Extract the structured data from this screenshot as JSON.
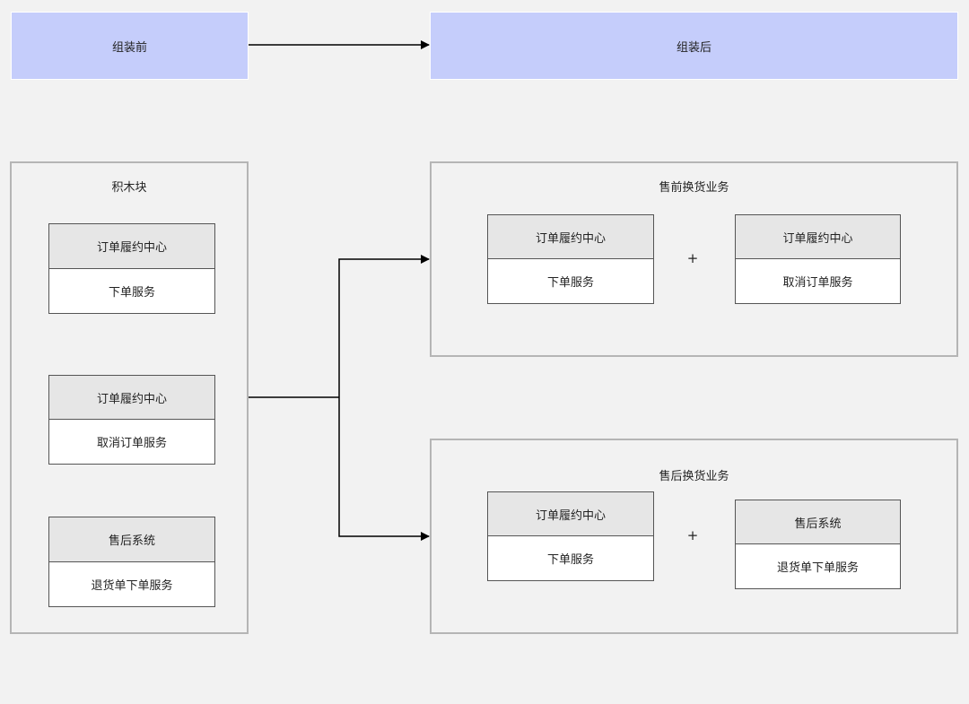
{
  "header": {
    "before_label": "组装前",
    "after_label": "组装后"
  },
  "blocks": {
    "title": "积木块",
    "cards": [
      {
        "head": "订单履约中心",
        "body": "下单服务"
      },
      {
        "head": "订单履约中心",
        "body": "取消订单服务"
      },
      {
        "head": "售后系统",
        "body": "退货单下单服务"
      }
    ]
  },
  "presale": {
    "title": "售前换货业务",
    "cards": [
      {
        "head": "订单履约中心",
        "body": "下单服务"
      },
      {
        "head": "订单履约中心",
        "body": "取消订单服务"
      }
    ],
    "plus": "+"
  },
  "aftersale": {
    "title": "售后换货业务",
    "cards": [
      {
        "head": "订单履约中心",
        "body": "下单服务"
      },
      {
        "head": "售后系统",
        "body": "退货单下单服务"
      }
    ],
    "plus": "+"
  }
}
